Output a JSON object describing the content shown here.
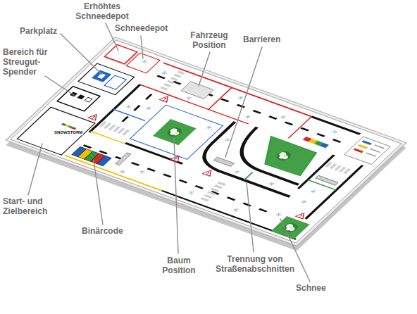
{
  "diagram": {
    "labels": [
      "Erhöhtes Schneedepot",
      "Parkplatz",
      "Schneedepot",
      "Fahrzeug Position",
      "Barrieren",
      "Bereich für Streugut-Spender",
      "SNOWSTORM",
      "Start- und Zielbereich",
      "Binärcode",
      "Trennung von Straßenabschnitten",
      "Baum Position",
      "Schnee"
    ]
  }
}
